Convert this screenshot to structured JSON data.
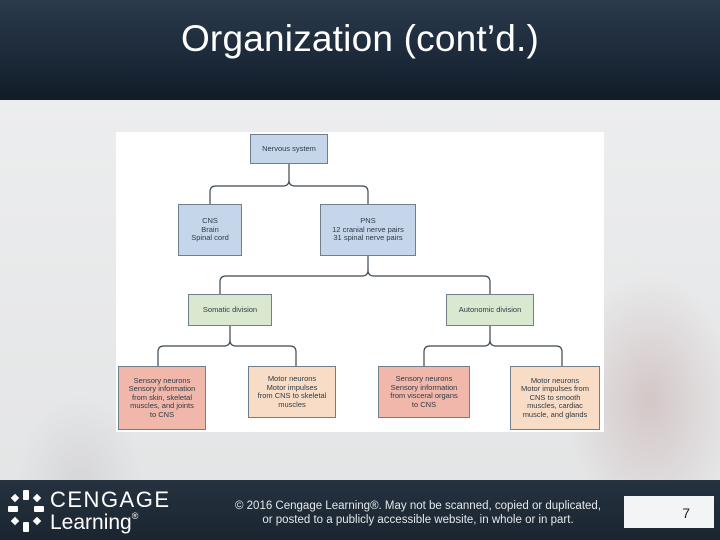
{
  "slide": {
    "title": "Organization (cont’d.)",
    "page_number": "7"
  },
  "diagram": {
    "nervous_system": "Nervous system",
    "cns": [
      "CNS",
      "Brain",
      "Spinal cord"
    ],
    "pns": [
      "PNS",
      "12 cranial nerve pairs",
      "31 spinal nerve pairs"
    ],
    "somatic_division": "Somatic division",
    "autonomic_division": "Autonomic division",
    "somatic_sensory": [
      "Sensory neurons",
      "Sensory information",
      "from skin, skeletal",
      "muscles, and joints",
      "to CNS"
    ],
    "somatic_motor": [
      "Motor neurons",
      "Motor impulses",
      "from CNS to skeletal",
      "muscles"
    ],
    "autonomic_sensory": [
      "Sensory neurons",
      "Sensory information",
      "from visceral organs",
      "to CNS"
    ],
    "autonomic_motor": [
      "Motor neurons",
      "Motor impulses from",
      "CNS to smooth",
      "muscles, cardiac",
      "muscle, and glands"
    ]
  },
  "footer": {
    "brand_top": "CENGAGE",
    "brand_bottom": "Learning",
    "copyright_line1": "© 2016 Cengage Learning®. May not be scanned, copied or duplicated,",
    "copyright_line2": "or posted to a publicly accessible website, in whole or in part."
  },
  "colors": {
    "header_bg": "#1c2a3a",
    "node_blue": "#c6d6ea",
    "node_green": "#d9e8cf",
    "node_salmon": "#f0b7aa",
    "node_peach": "#f9dcc6"
  }
}
